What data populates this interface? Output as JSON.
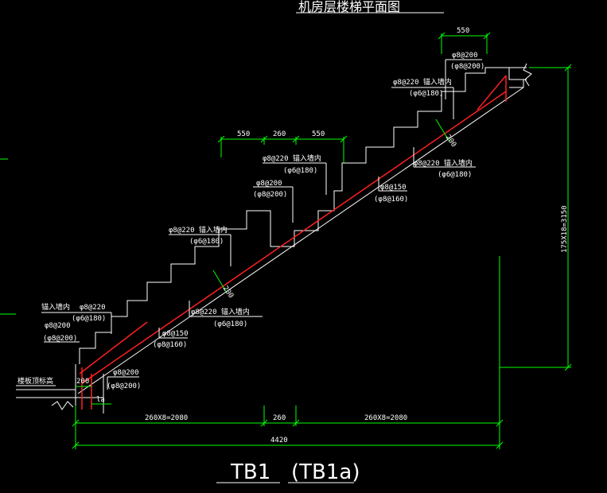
{
  "drawing": {
    "top_title": "机房层楼梯平面图",
    "title_main": "TB1",
    "title_sub": "(TB1a)",
    "colors": {
      "background": "#000000",
      "concrete": "#ffffff",
      "dimension": "#00ff00",
      "rebar": "#ff0000",
      "label": "#ffffff"
    },
    "dimensions": {
      "top_right": "550",
      "mid_left": "550",
      "mid_center": "260",
      "mid_right": "550",
      "vertical": "175X18=3150",
      "bottom_left": "260X8=2080",
      "bottom_center": "260",
      "bottom_right": "260X8=2080",
      "overall": "4420",
      "base_200": "200",
      "base_la": "la",
      "slope_upper": "200",
      "slope_lower": "200"
    },
    "labels": {
      "top_a": "φ8@200",
      "top_b": "(φ8@200)",
      "top_c": "φ8@220 锚入墙内",
      "top_d": "(φ6@180)",
      "upper_right_a": "φ8@220 锚入墙内",
      "upper_right_b": "(φ6@180)",
      "upper_mid_a": "φ8@220 锚入墙内",
      "upper_mid_b": "(φ6@180)",
      "mid_a": "φ8@200",
      "mid_b": "(φ8@200)",
      "mid_right_a": "φ8@150",
      "mid_right_b": "(φ8@160)",
      "mid_left_a": "φ8@220 锚入墙内",
      "mid_left_b": "(φ6@180)",
      "low_mid_a": "φ8@220  锚入墙内",
      "low_mid_b": "(φ6@180)",
      "low_right_a": "φ8@150",
      "low_right_b": "(φ8@160)",
      "left_a": "锚入墙内",
      "left_b": "φ8@220",
      "left_c": "(φ6@180)",
      "left_d": "φ8@200",
      "left_e": "(φ8@200)",
      "base_a": "φ8@200",
      "base_b": "(φ8@200)",
      "floor_label": "楼板顶标高"
    }
  }
}
